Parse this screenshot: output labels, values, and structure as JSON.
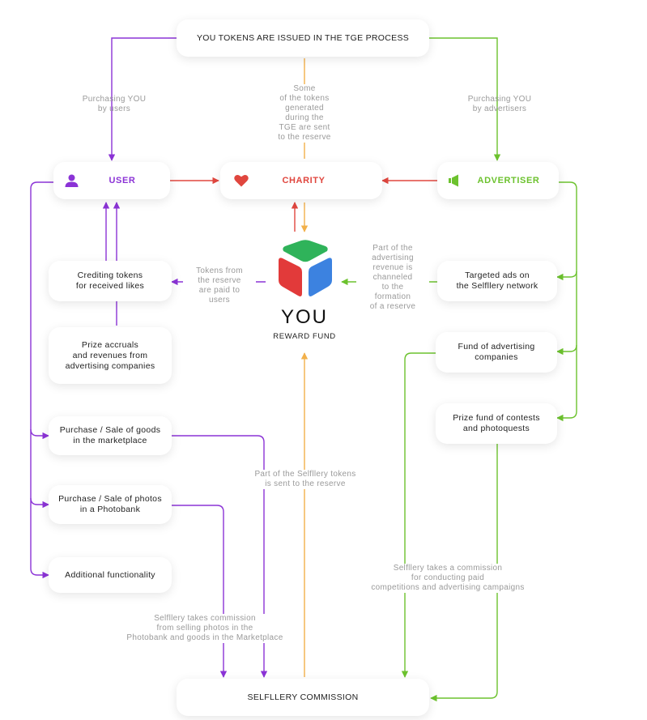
{
  "colors": {
    "user": "#8B33D6",
    "charity": "#E0463E",
    "advertiser": "#6CC22E",
    "reserve": "#F2B04A",
    "note": "#9a9a9a"
  },
  "nodes": {
    "tge": "YOU TOKENS ARE ISSUED IN THE TGE PROCESS",
    "user": "USER",
    "charity": "CHARITY",
    "advertiser": "ADVERTISER",
    "crediting": "Crediting tokens\nfor received likes",
    "prize_accruals": "Prize accruals\nand revenues from\nadvertising companies",
    "marketplace": "Purchase / Sale of goods\nin the marketplace",
    "photobank": "Purchase / Sale of photos\nin a Photobank",
    "additional": "Additional functionality",
    "targeted_ads": "Targeted ads on\nthe Selfllery network",
    "fund_adv": "Fund of advertising\ncompanies",
    "prize_fund": "Prize fund of contests\nand photoquests",
    "commission": "SELFLLERY COMMISSION"
  },
  "center": {
    "title": "YOU",
    "subtitle": "REWARD FUND",
    "logo_icon": "you-cube-logo-icon"
  },
  "notes": {
    "purchasing_users": "Purchasing YOU\nby users",
    "reserve_tokens": "Some\nof the tokens\ngenerated\nduring the\nTGE are sent\nto the reserve",
    "purchasing_advertisers": "Purchasing YOU\nby advertisers",
    "tokens_paid": "Tokens from\nthe reserve\nare paid to\nusers",
    "adv_revenue": "Part of the\nadvertising\nrevenue is\nchanneled\nto the\nformation\nof a reserve",
    "selfllery_tokens": "Part of the Selfllery tokens\nis sent to the reserve",
    "commission_paid": "Selfllery takes a commission\nfor conducting paid\ncompetitions and advertising campaigns",
    "commission_photos": "Selfllery takes commission\nfrom selling photos in the\nPhotobank and goods in the Marketplace"
  },
  "icons": {
    "user": "person-icon",
    "charity": "heart-icon",
    "advertiser": "megaphone-icon"
  }
}
